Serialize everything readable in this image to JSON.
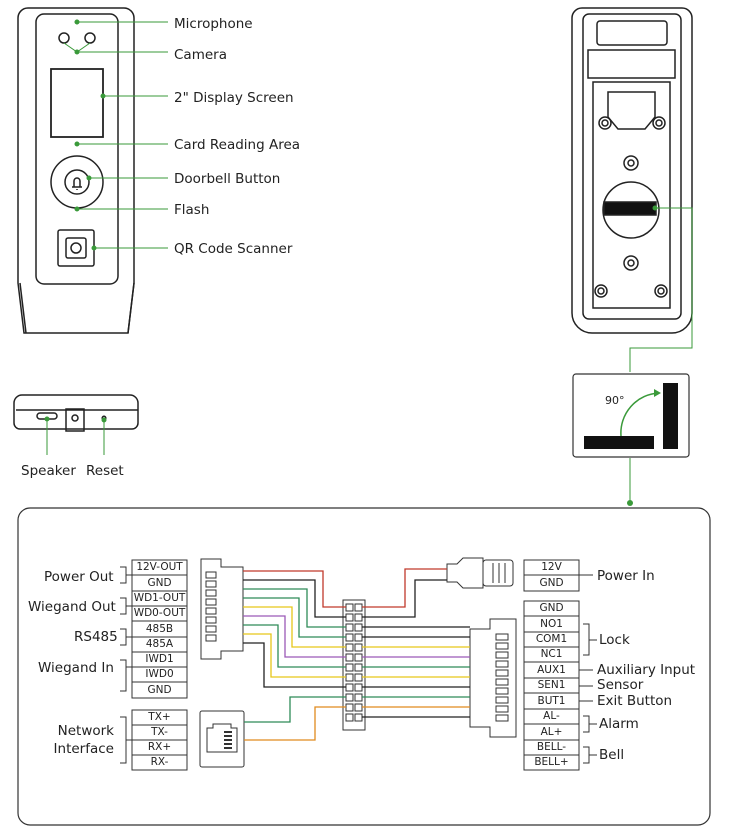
{
  "front_labels": {
    "microphone": "Microphone",
    "camera": "Camera",
    "display": "2\" Display Screen",
    "card_area": "Card Reading Area",
    "doorbell": "Doorbell Button",
    "flash": "Flash",
    "qr": "QR Code Scanner"
  },
  "bottom_labels": {
    "speaker": "Speaker",
    "reset": "Reset"
  },
  "rotation_label": "90°",
  "left_groups": {
    "power_out": "Power Out",
    "wiegand_out": "Wiegand Out",
    "rs485": "RS485",
    "wiegand_in": "Wiegand In",
    "network": "Network\nInterface"
  },
  "left_terminals": [
    "12V-OUT",
    "GND",
    "WD1-OUT",
    "WD0-OUT",
    "485B",
    "485A",
    "IWD1",
    "IWD0",
    "GND"
  ],
  "network_terminals": [
    "TX+",
    "TX-",
    "RX+",
    "RX-"
  ],
  "power_terminals": [
    "12V",
    "GND"
  ],
  "right_terminals": [
    "GND",
    "NO1",
    "COM1",
    "NC1",
    "AUX1",
    "SEN1",
    "BUT1",
    "AL-",
    "AL+",
    "BELL-",
    "BELL+"
  ],
  "right_groups": {
    "power_in": "Power In",
    "lock": "Lock",
    "aux": "Auxiliary Input",
    "sensor": "Sensor",
    "exit": "Exit Button",
    "alarm": "Alarm",
    "bell": "Bell"
  },
  "wire_colors": {
    "red": "#c0392b",
    "black": "#222222",
    "green": "#2e8b57",
    "yellow": "#e6c619",
    "purple": "#9b59b6",
    "orange": "#e08a1e",
    "accent": "#5cb85c"
  }
}
